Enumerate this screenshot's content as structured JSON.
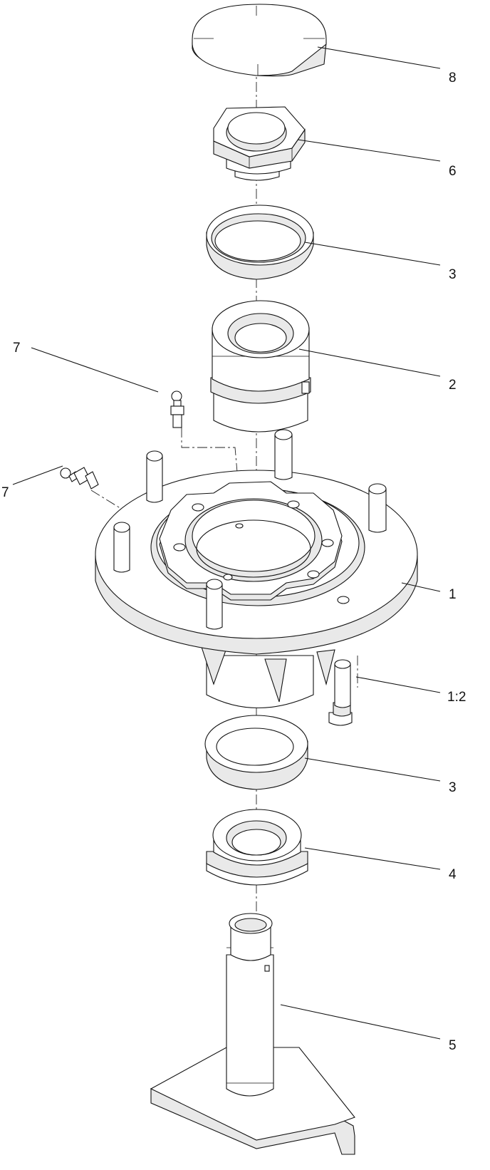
{
  "callouts": {
    "c8": "8",
    "c6": "6",
    "c3_top": "3",
    "c2": "2",
    "c7_upper": "7",
    "c7_lower": "7",
    "c1": "1",
    "c1_2": "1:2",
    "c3_bottom": "3",
    "c4": "4",
    "c5": "5"
  }
}
